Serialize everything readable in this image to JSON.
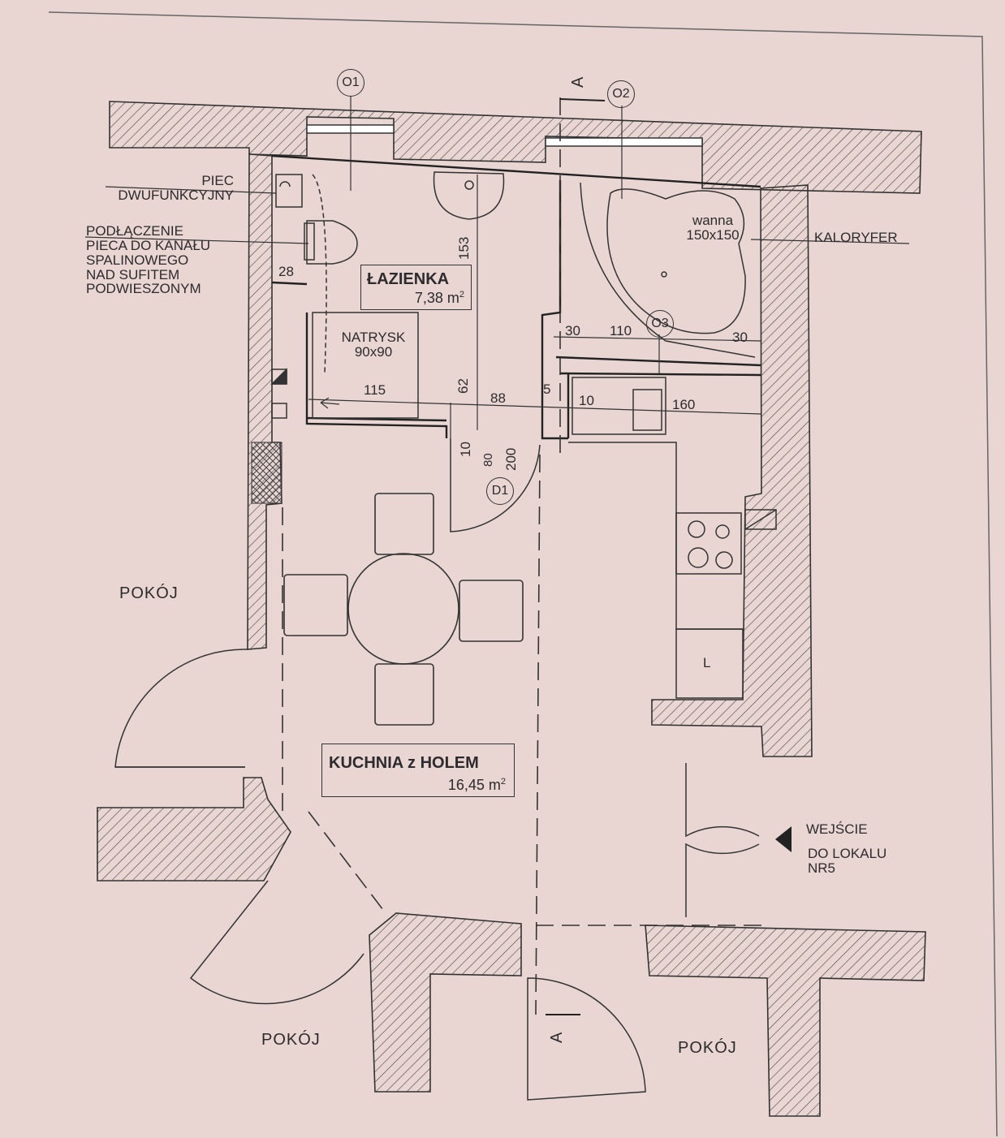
{
  "labels": {
    "piec": "PIEC\nDWUFUNKCYJNY",
    "podlaczenie": "PODŁĄCZENIE\nPIECA DO KANAŁU\nSPALINOWEGO\nNAD SUFITEM\nPODWIESZONYM",
    "pokoj_left": "POKÓJ",
    "pokoj_bottom_left": "POKÓJ",
    "pokoj_bottom_right": "POKÓJ",
    "kaloryfer": "KALORYFER",
    "wanna": "wanna\n150x150",
    "natrysk": "NATRYSK\n90x90",
    "wejscie_line1": "WEJŚCIE",
    "wejscie_line2": "DO LOKALU\nNR5",
    "fridge": "L",
    "section_top": "A",
    "section_bottom": "A"
  },
  "rooms": {
    "lazienka": {
      "name": "ŁAZIENKA",
      "area": "7,38 m",
      "unit_sup": "2"
    },
    "kuchnia": {
      "name": "KUCHNIA z HOLEM",
      "area": "16,45 m",
      "unit_sup": "2"
    }
  },
  "tags": {
    "o1": "O1",
    "o2": "O2",
    "o3": "O3",
    "d1": "D1"
  },
  "dims": {
    "d153": "153",
    "d28": "28",
    "d30a": "30",
    "d110": "110",
    "d30b": "30",
    "d115": "115",
    "d62": "62",
    "d88": "88",
    "d5": "5",
    "d10a": "10",
    "d160": "160",
    "d10b": "10",
    "d80": "80",
    "d200": "200"
  }
}
